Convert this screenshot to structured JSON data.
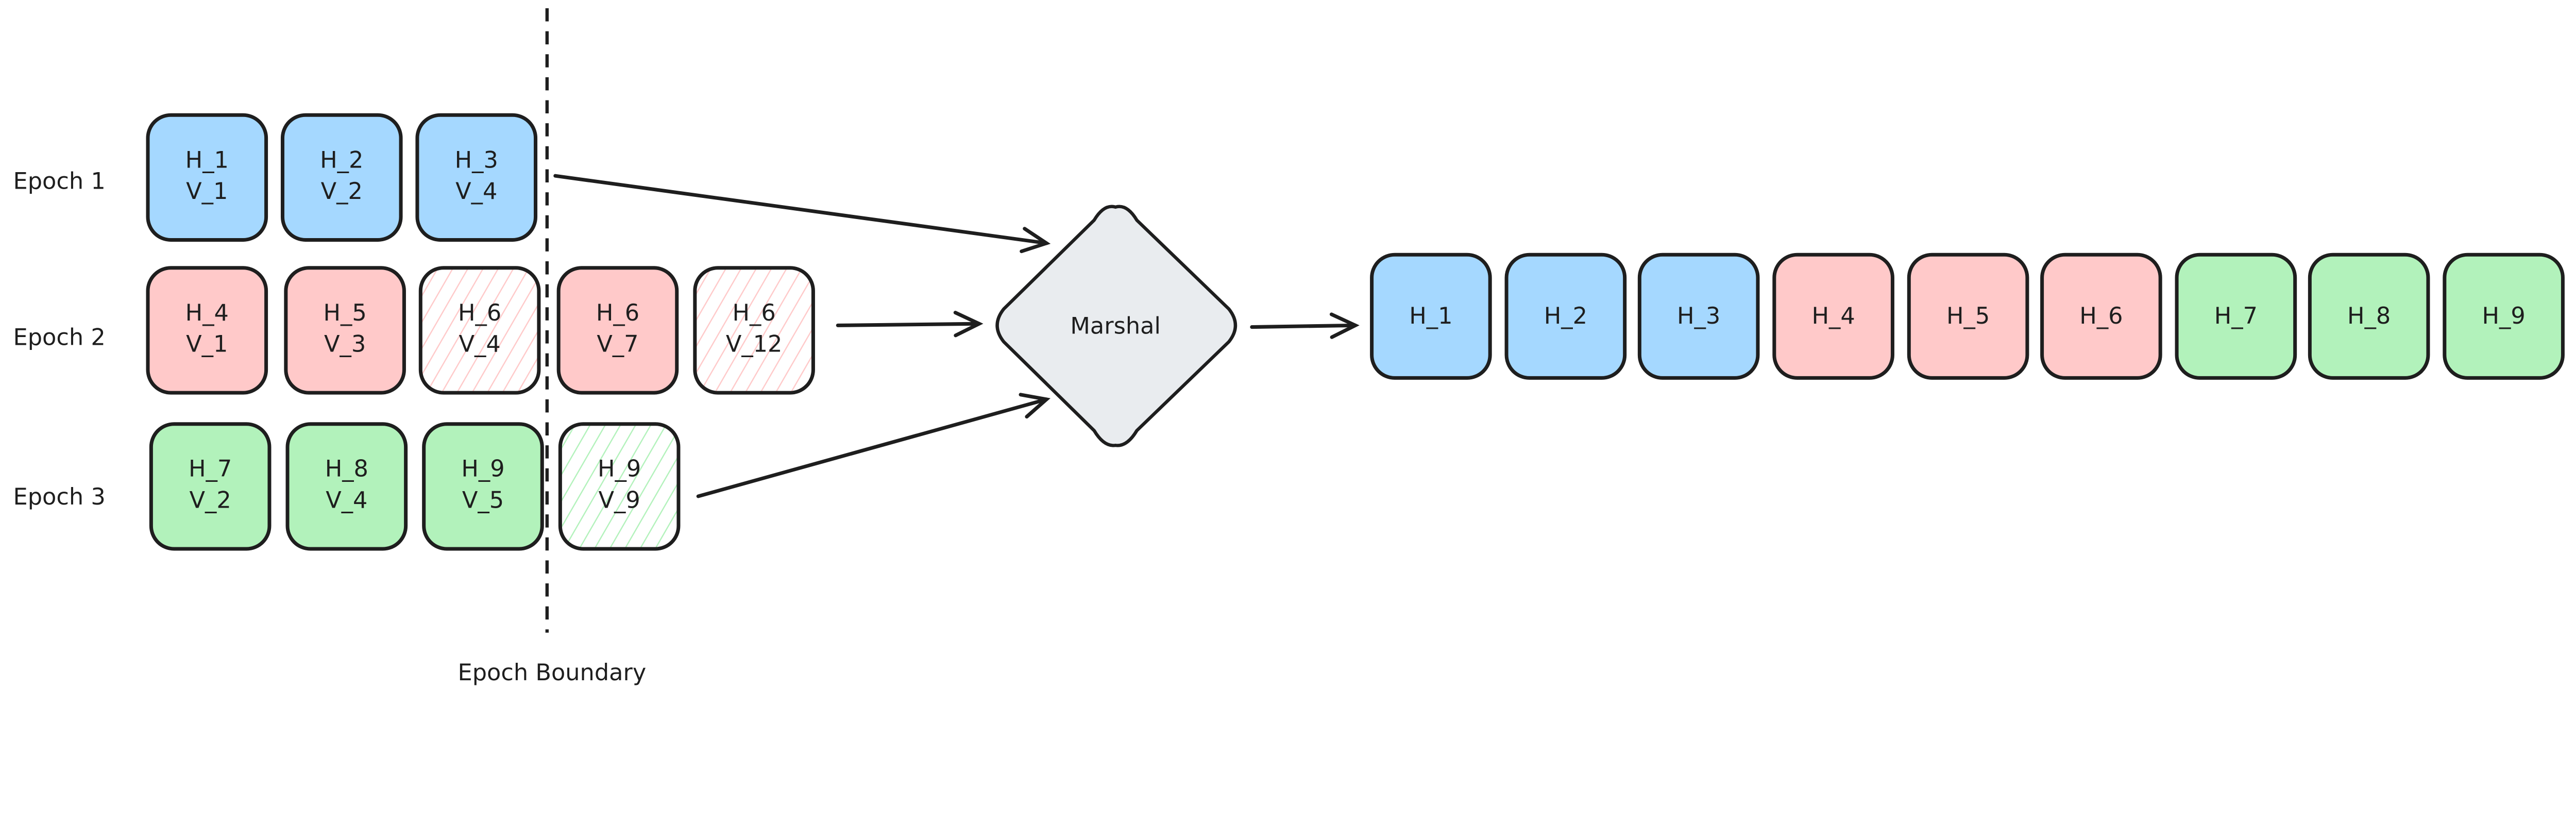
{
  "colors": {
    "blue": "#a5d8ff",
    "red": "#ffc9c9",
    "green": "#b2f2bb",
    "marshal": "#e9ecef",
    "stroke": "#1e1e1e"
  },
  "epochs": [
    {
      "label": "Epoch 1",
      "boxes": [
        {
          "lines": [
            "H_1",
            "V_1"
          ],
          "color": "blue",
          "fill": "solid"
        },
        {
          "lines": [
            "H_2",
            "V_2"
          ],
          "color": "blue",
          "fill": "solid"
        },
        {
          "lines": [
            "H_3",
            "V_4"
          ],
          "color": "blue",
          "fill": "solid"
        }
      ]
    },
    {
      "label": "Epoch 2",
      "boxes": [
        {
          "lines": [
            "H_4",
            "V_1"
          ],
          "color": "red",
          "fill": "solid"
        },
        {
          "lines": [
            "H_5",
            "V_3"
          ],
          "color": "red",
          "fill": "solid"
        },
        {
          "lines": [
            "H_6",
            "V_4"
          ],
          "color": "red",
          "fill": "hatched"
        },
        {
          "lines": [
            "H_6",
            "V_7"
          ],
          "color": "red",
          "fill": "solid"
        },
        {
          "lines": [
            "H_6",
            "V_12"
          ],
          "color": "red",
          "fill": "hatched"
        }
      ]
    },
    {
      "label": "Epoch 3",
      "boxes": [
        {
          "lines": [
            "H_7",
            "V_2"
          ],
          "color": "green",
          "fill": "solid"
        },
        {
          "lines": [
            "H_8",
            "V_4"
          ],
          "color": "green",
          "fill": "solid"
        },
        {
          "lines": [
            "H_9",
            "V_5"
          ],
          "color": "green",
          "fill": "solid"
        },
        {
          "lines": [
            "H_9",
            "V_9"
          ],
          "color": "green",
          "fill": "hatched"
        }
      ]
    }
  ],
  "boundary_label": "Epoch Boundary",
  "marshal_label": "Marshal",
  "output": [
    {
      "label": "H_1",
      "color": "blue"
    },
    {
      "label": "H_2",
      "color": "blue"
    },
    {
      "label": "H_3",
      "color": "blue"
    },
    {
      "label": "H_4",
      "color": "red"
    },
    {
      "label": "H_5",
      "color": "red"
    },
    {
      "label": "H_6",
      "color": "red"
    },
    {
      "label": "H_7",
      "color": "green"
    },
    {
      "label": "H_8",
      "color": "green"
    },
    {
      "label": "H_9",
      "color": "green"
    }
  ]
}
